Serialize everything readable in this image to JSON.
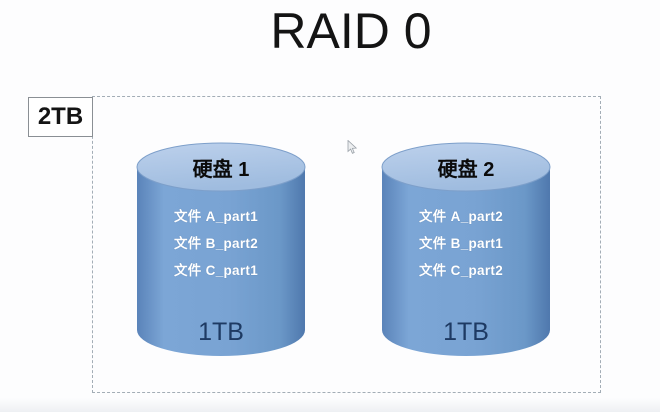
{
  "title": "RAID 0",
  "array": {
    "capacity_label": "2TB",
    "disks": [
      {
        "name": "硬盘 1",
        "files": [
          "文件 A_part1",
          "文件 B_part2",
          "文件 C_part1"
        ],
        "capacity": "1TB"
      },
      {
        "name": "硬盘 2",
        "files": [
          "文件 A_part2",
          "文件 B_part1",
          "文件 C_part2"
        ],
        "capacity": "1TB"
      }
    ]
  },
  "icons": {
    "cursor": "mouse-pointer-icon"
  },
  "colors": {
    "cylinder_body": "#6f9ccb",
    "cylinder_body_edge": "#5a83b9",
    "cylinder_top": "#aac5e6",
    "disk_name_text": "#0b0b0b",
    "file_text": "#ffffff",
    "capacity_text": "#1e3a63",
    "dashed_border": "#a3adb6",
    "title_text": "#141414",
    "background": "#fdfdfe"
  }
}
